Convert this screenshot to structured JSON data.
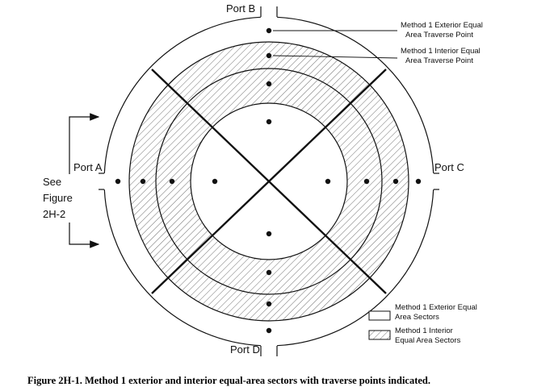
{
  "ports": {
    "a": "Port A",
    "b": "Port B",
    "c": "Port C",
    "d": "Port D"
  },
  "see_figure": [
    "See",
    "Figure",
    "2H-2"
  ],
  "callouts": {
    "exterior_point": [
      "Method 1 Exterior Equal",
      "Area Traverse Point"
    ],
    "interior_point": [
      "Method 1 Interior Equal",
      "Area Traverse Point"
    ]
  },
  "legend": {
    "exterior": [
      "Method 1 Exterior Equal",
      "Area Sectors"
    ],
    "interior": [
      "Method 1 Interior",
      "Equal Area Sectors"
    ]
  },
  "caption": "Figure 2H-1.  Method 1 exterior and interior equal-area sectors with traverse points indicated.",
  "colors": {
    "line": "#111111",
    "background": "#ffffff"
  }
}
